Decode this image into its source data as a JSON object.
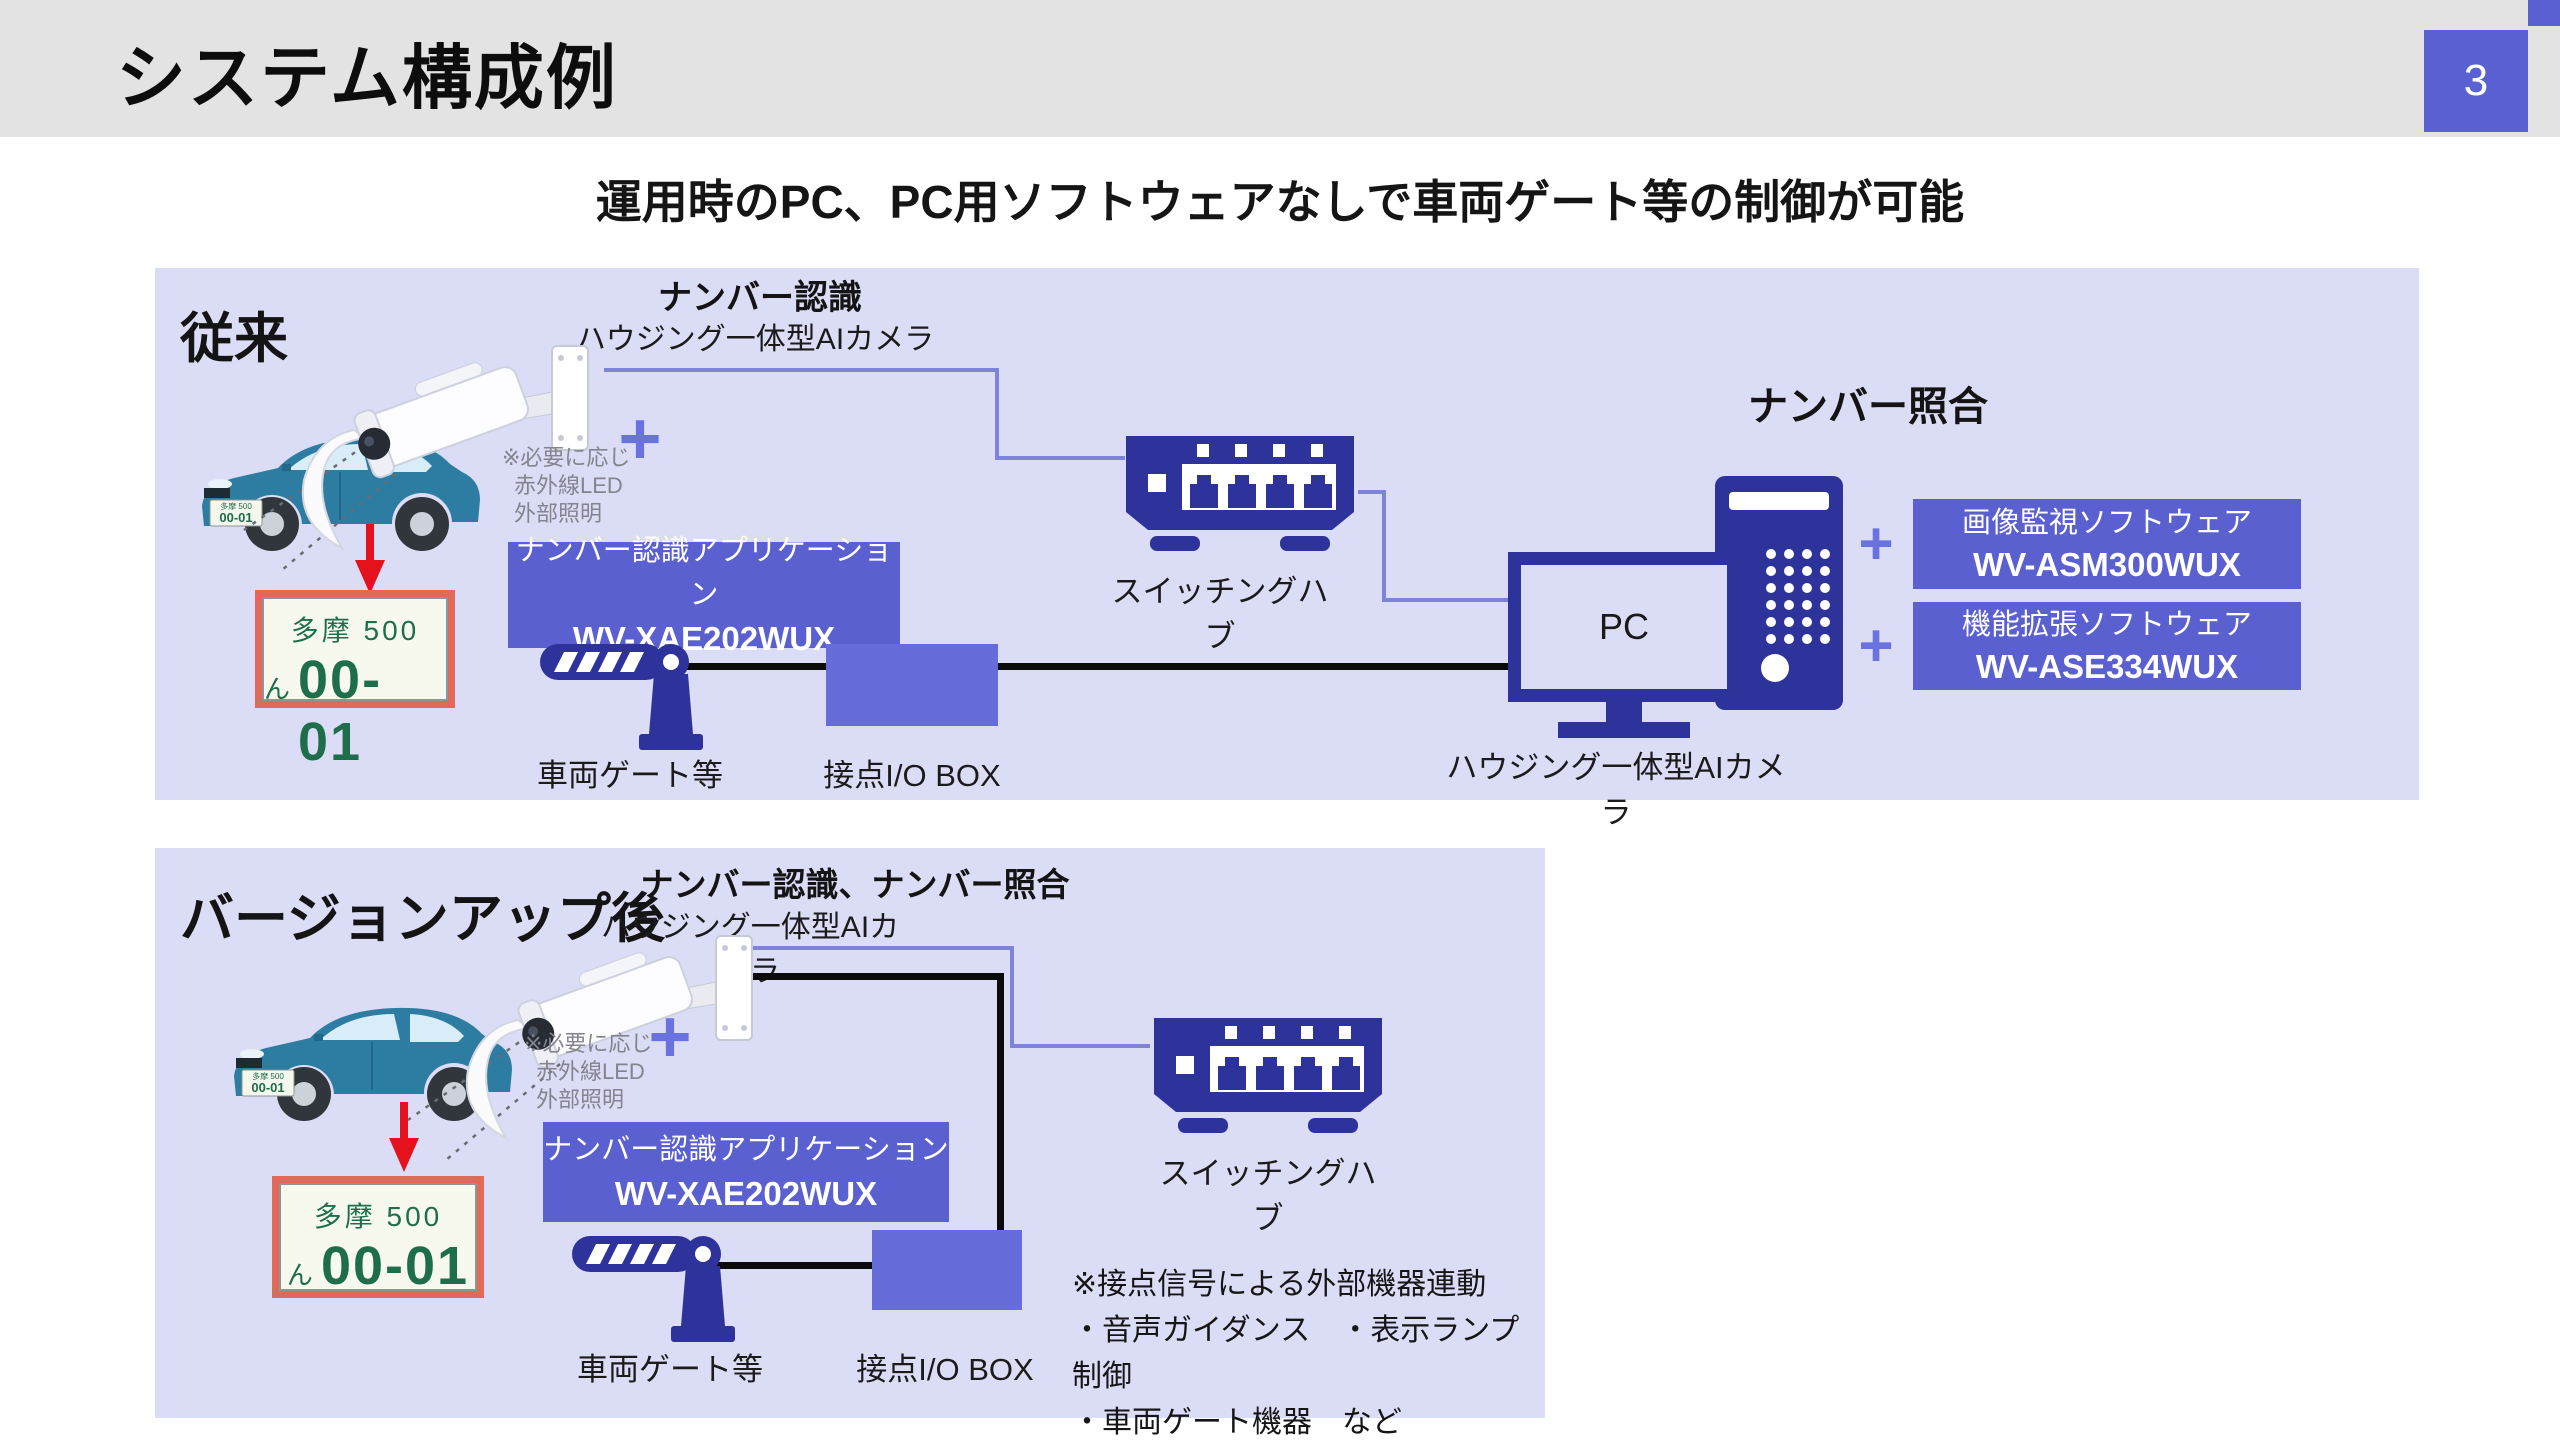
{
  "slide": {
    "title": "システム構成例",
    "page_number": "3",
    "subtitle": "運用時のPC、PC用ソフトウェアなしで車両ゲート等の制御が可能",
    "plus_sign": "+"
  },
  "colors": {
    "header_bg": "#e3e3e4",
    "panel_bg": "#dbdcf5",
    "accent_box_blue": "#5b60d0",
    "io_box_blue": "#666cd9",
    "device_navy": "#2e339b",
    "line_blue": "#7e83da",
    "line_black": "#0b0b0b",
    "plate_border_red": "#e0695a",
    "plate_text_green": "#1f6e4b",
    "arrow_red": "#e3121c",
    "page_badge_blue": "#5a62d3"
  },
  "before": {
    "section_label": "従来",
    "function_label": "ナンバー認識",
    "camera_type_label": "ハウジング一体型AIカメラ",
    "camera_note_line1": "※必要に応じ",
    "camera_note_line2": "赤外線LED",
    "camera_note_line3": "外部照明",
    "plate_region": "多摩 500",
    "plate_kana": "ん",
    "plate_number": "00-01",
    "app_line1": "ナンバー認識アプリケーション",
    "app_line2": "WV-XAE202WUX",
    "gate_label": "車両ゲート等",
    "io_label": "接点I/O BOX",
    "hub_label": "スイッチングハブ",
    "matching_label": "ナンバー照合",
    "pc_label": "PC",
    "pc_camera_label": "ハウジング一体型AIカメラ",
    "sw1_line1": "画像監視ソフトウェア",
    "sw1_line2": "WV-ASM300WUX",
    "sw2_line1": "機能拡張ソフトウェア",
    "sw2_line2": "WV-ASE334WUX"
  },
  "after": {
    "section_label": "バージョンアップ後",
    "function_label": "ナンバー認識、ナンバー照合",
    "camera_type_label": "ハウジング一体型AIカメラ",
    "camera_note_line1": "※必要に応じ",
    "camera_note_line2": "赤外線LED",
    "camera_note_line3": "外部照明",
    "plate_region": "多摩 500",
    "plate_kana": "ん",
    "plate_number": "00-01",
    "app_line1": "ナンバー認識アプリケーション",
    "app_line2": "WV-XAE202WUX",
    "gate_label": "車両ゲート等",
    "io_label": "接点I/O BOX",
    "hub_label": "スイッチングハブ",
    "note_line1": "※接点信号による外部機器連動",
    "note_line2": "・音声ガイダンス　・表示ランプ制御",
    "note_line3": "・車両ゲート機器　など"
  }
}
